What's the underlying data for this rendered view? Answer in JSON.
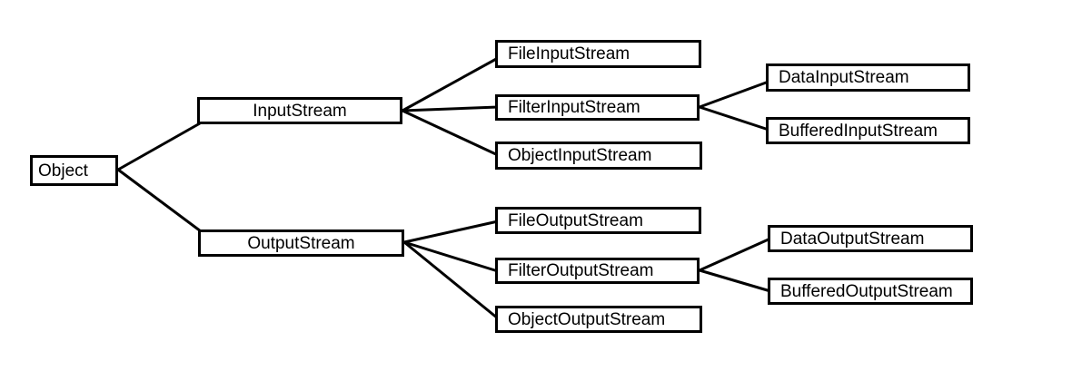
{
  "diagram": {
    "description": "Class hierarchy tree of Java IO stream classes",
    "colors": {
      "background": "#ffffff",
      "box_fill": "#ffffff",
      "box_border": "#000000",
      "line": "#000000",
      "text": "#000000"
    },
    "nodes": [
      {
        "id": "object",
        "label": "Object"
      },
      {
        "id": "inputstream",
        "label": "InputStream"
      },
      {
        "id": "outputstream",
        "label": "OutputStream"
      },
      {
        "id": "fileinputstream",
        "label": "FileInputStream"
      },
      {
        "id": "filterinputstream",
        "label": "FilterInputStream"
      },
      {
        "id": "objectinputstream",
        "label": "ObjectInputStream"
      },
      {
        "id": "datainputstream",
        "label": "DataInputStream"
      },
      {
        "id": "bufferedinputstream",
        "label": "BufferedInputStream"
      },
      {
        "id": "fileoutputstream",
        "label": "FileOutputStream"
      },
      {
        "id": "filteroutputstream",
        "label": "FilterOutputStream"
      },
      {
        "id": "objectoutputstream",
        "label": "ObjectOutputStream"
      },
      {
        "id": "dataoutputstream",
        "label": "DataOutputStream"
      },
      {
        "id": "bufferedoutputstream",
        "label": "BufferedOutputStream"
      }
    ],
    "edges": [
      {
        "from": "object",
        "to": "inputstream"
      },
      {
        "from": "object",
        "to": "outputstream"
      },
      {
        "from": "inputstream",
        "to": "fileinputstream"
      },
      {
        "from": "inputstream",
        "to": "filterinputstream"
      },
      {
        "from": "inputstream",
        "to": "objectinputstream"
      },
      {
        "from": "filterinputstream",
        "to": "datainputstream"
      },
      {
        "from": "filterinputstream",
        "to": "bufferedinputstream"
      },
      {
        "from": "outputstream",
        "to": "fileoutputstream"
      },
      {
        "from": "outputstream",
        "to": "filteroutputstream"
      },
      {
        "from": "outputstream",
        "to": "objectoutputstream"
      },
      {
        "from": "filteroutputstream",
        "to": "dataoutputstream"
      },
      {
        "from": "filteroutputstream",
        "to": "bufferedoutputstream"
      }
    ]
  }
}
